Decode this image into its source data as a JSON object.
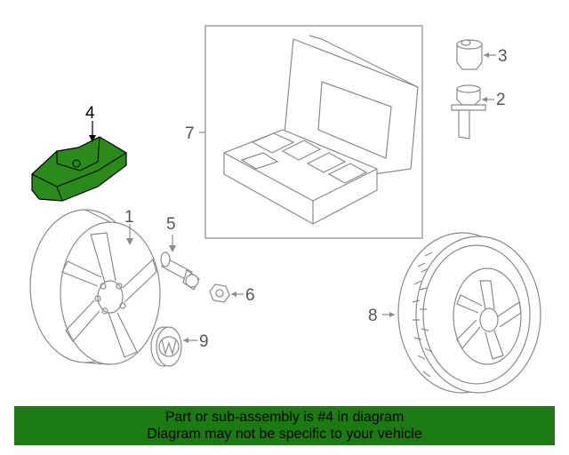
{
  "diagram": {
    "highlight_color": "#2a8a1a",
    "callouts": [
      {
        "id": "4",
        "label": "4",
        "part": "tpms-sensor",
        "highlighted": true
      },
      {
        "id": "7",
        "label": "7",
        "part": "tool-kit-case"
      },
      {
        "id": "3",
        "label": "3",
        "part": "valve-cap"
      },
      {
        "id": "2",
        "label": "2",
        "part": "valve-stem"
      },
      {
        "id": "1",
        "label": "1",
        "part": "wheel"
      },
      {
        "id": "5",
        "label": "5",
        "part": "valve"
      },
      {
        "id": "6",
        "label": "6",
        "part": "nut"
      },
      {
        "id": "9",
        "label": "9",
        "part": "center-cap"
      },
      {
        "id": "8",
        "label": "8",
        "part": "tire-wheel-assembly"
      }
    ]
  },
  "banner": {
    "line1": "Part or sub-assembly is #4 in diagram",
    "line2": "Diagram may not be specific to your vehicle",
    "background": "#1c7a12"
  }
}
